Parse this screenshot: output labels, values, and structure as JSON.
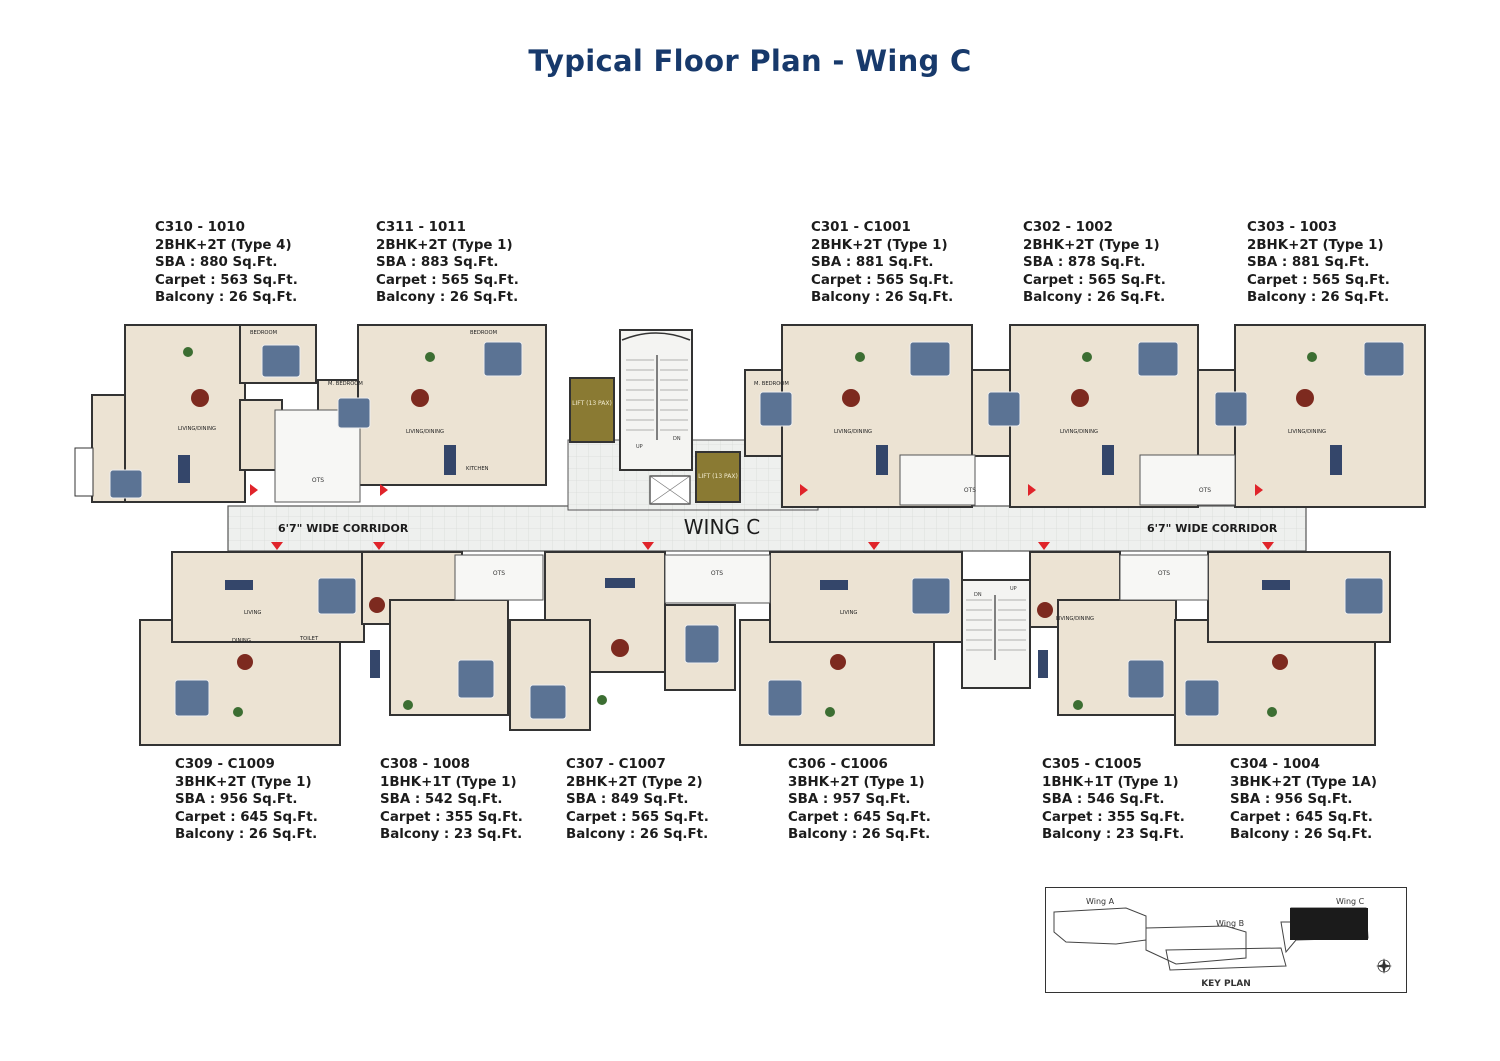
{
  "title": "Typical Floor Plan - Wing C",
  "top_units": [
    {
      "id": "C310 - 1010",
      "type": "2BHK+2T (Type 4)",
      "sba": "SBA : 880 Sq.Ft.",
      "carpet": "Carpet : 563 Sq.Ft.",
      "balcony": "Balcony : 26 Sq.Ft."
    },
    {
      "id": "C311 - 1011",
      "type": "2BHK+2T (Type 1)",
      "sba": "SBA : 883 Sq.Ft.",
      "carpet": "Carpet : 565 Sq.Ft.",
      "balcony": "Balcony : 26 Sq.Ft."
    },
    {
      "id": "C301 - C1001",
      "type": "2BHK+2T (Type 1)",
      "sba": "SBA : 881 Sq.Ft.",
      "carpet": "Carpet : 565 Sq.Ft.",
      "balcony": "Balcony : 26 Sq.Ft."
    },
    {
      "id": "C302 - 1002",
      "type": "2BHK+2T (Type 1)",
      "sba": "SBA : 878 Sq.Ft.",
      "carpet": "Carpet : 565 Sq.Ft.",
      "balcony": "Balcony : 26 Sq.Ft."
    },
    {
      "id": "C303 - 1003",
      "type": "2BHK+2T (Type 1)",
      "sba": "SBA : 881 Sq.Ft.",
      "carpet": "Carpet : 565 Sq.Ft.",
      "balcony": "Balcony : 26 Sq.Ft."
    }
  ],
  "bottom_units": [
    {
      "id": "C309 - C1009",
      "type": "3BHK+2T (Type 1)",
      "sba": "SBA : 956 Sq.Ft.",
      "carpet": "Carpet : 645 Sq.Ft.",
      "balcony": "Balcony : 26 Sq.Ft."
    },
    {
      "id": "C308 - 1008",
      "type": "1BHK+1T (Type 1)",
      "sba": "SBA : 542 Sq.Ft.",
      "carpet": "Carpet : 355 Sq.Ft.",
      "balcony": "Balcony : 23 Sq.Ft."
    },
    {
      "id": "C307 - C1007",
      "type": "2BHK+2T (Type 2)",
      "sba": "SBA : 849 Sq.Ft.",
      "carpet": "Carpet : 565 Sq.Ft.",
      "balcony": "Balcony : 26 Sq.Ft."
    },
    {
      "id": "C306 - C1006",
      "type": "3BHK+2T (Type 1)",
      "sba": "SBA : 957 Sq.Ft.",
      "carpet": "Carpet : 645 Sq.Ft.",
      "balcony": "Balcony : 26 Sq.Ft."
    },
    {
      "id": "C305 - C1005",
      "type": "1BHK+1T (Type 1)",
      "sba": "SBA : 546 Sq.Ft.",
      "carpet": "Carpet : 355 Sq.Ft.",
      "balcony": "Balcony : 23 Sq.Ft."
    },
    {
      "id": "C304 - 1004",
      "type": "3BHK+2T (Type 1A)",
      "sba": "SBA : 956 Sq.Ft.",
      "carpet": "Carpet : 645 Sq.Ft.",
      "balcony": "Balcony : 26 Sq.Ft."
    }
  ],
  "plan": {
    "wing_label": "WING C",
    "corridor_left": "6'7\" WIDE CORRIDOR",
    "corridor_right": "6'7\" WIDE CORRIDOR",
    "lift_1": "LIFT (13 PAX)",
    "lift_2": "LIFT (13 PAX)",
    "ots": "OTS",
    "room_bedroom": "BEDROOM",
    "room_master": "M. BEDROOM",
    "room_living_dining": "LIVING/DINING",
    "room_kitchen": "KITCHEN",
    "room_toilet": "TOILET",
    "room_living": "LIVING",
    "room_dining": "DINING",
    "up": "UP",
    "dn": "DN"
  },
  "key_plan": {
    "title": "KEY PLAN",
    "wing_a": "Wing A",
    "wing_b": "Wing B",
    "wing_c": "Wing C"
  },
  "colors": {
    "title": "#17396b",
    "floor_beige": "#ece3d3",
    "corridor": "#eef0ee",
    "wall": "#333333",
    "lift": "#8a7a33",
    "marker": "#e0242a",
    "bed": "#5b7394",
    "dining": "#7d2a1f"
  }
}
